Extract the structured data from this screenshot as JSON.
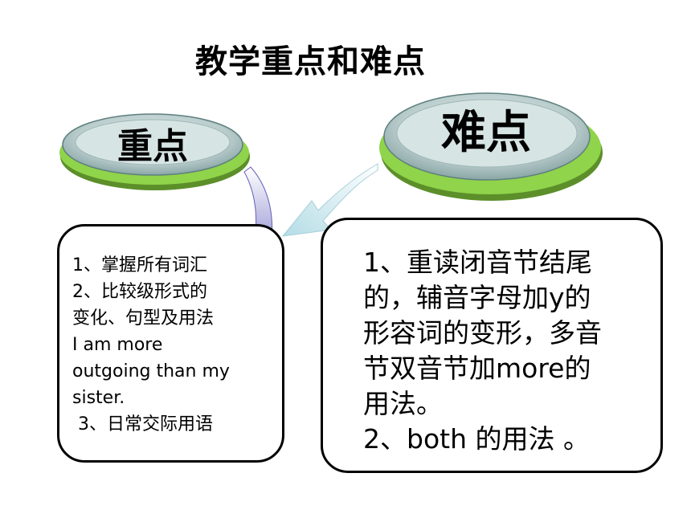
{
  "slide": {
    "title": "教学重点和难点",
    "key_point": {
      "label": "重点",
      "lines": [
        "1、掌握所有词汇",
        "2、比较级形式的",
        "变化、句型及用法",
        "I am more",
        "outgoing than my",
        "sister.",
        " 3、日常交际用语"
      ]
    },
    "difficult_point": {
      "label": "难点",
      "lines": [
        "1、重读闭音节结尾",
        "的，辅音字母加y的",
        "形容词的变形，多音",
        "节双音节加more的",
        "用法。",
        "2、both 的用法 。"
      ]
    }
  },
  "colors": {
    "ellipse_gray": "#c9d8d8",
    "ellipse_green": "#8fd44a",
    "arrow_purple": "#7a78c8",
    "arrow_teal": "#bfe3ea"
  }
}
